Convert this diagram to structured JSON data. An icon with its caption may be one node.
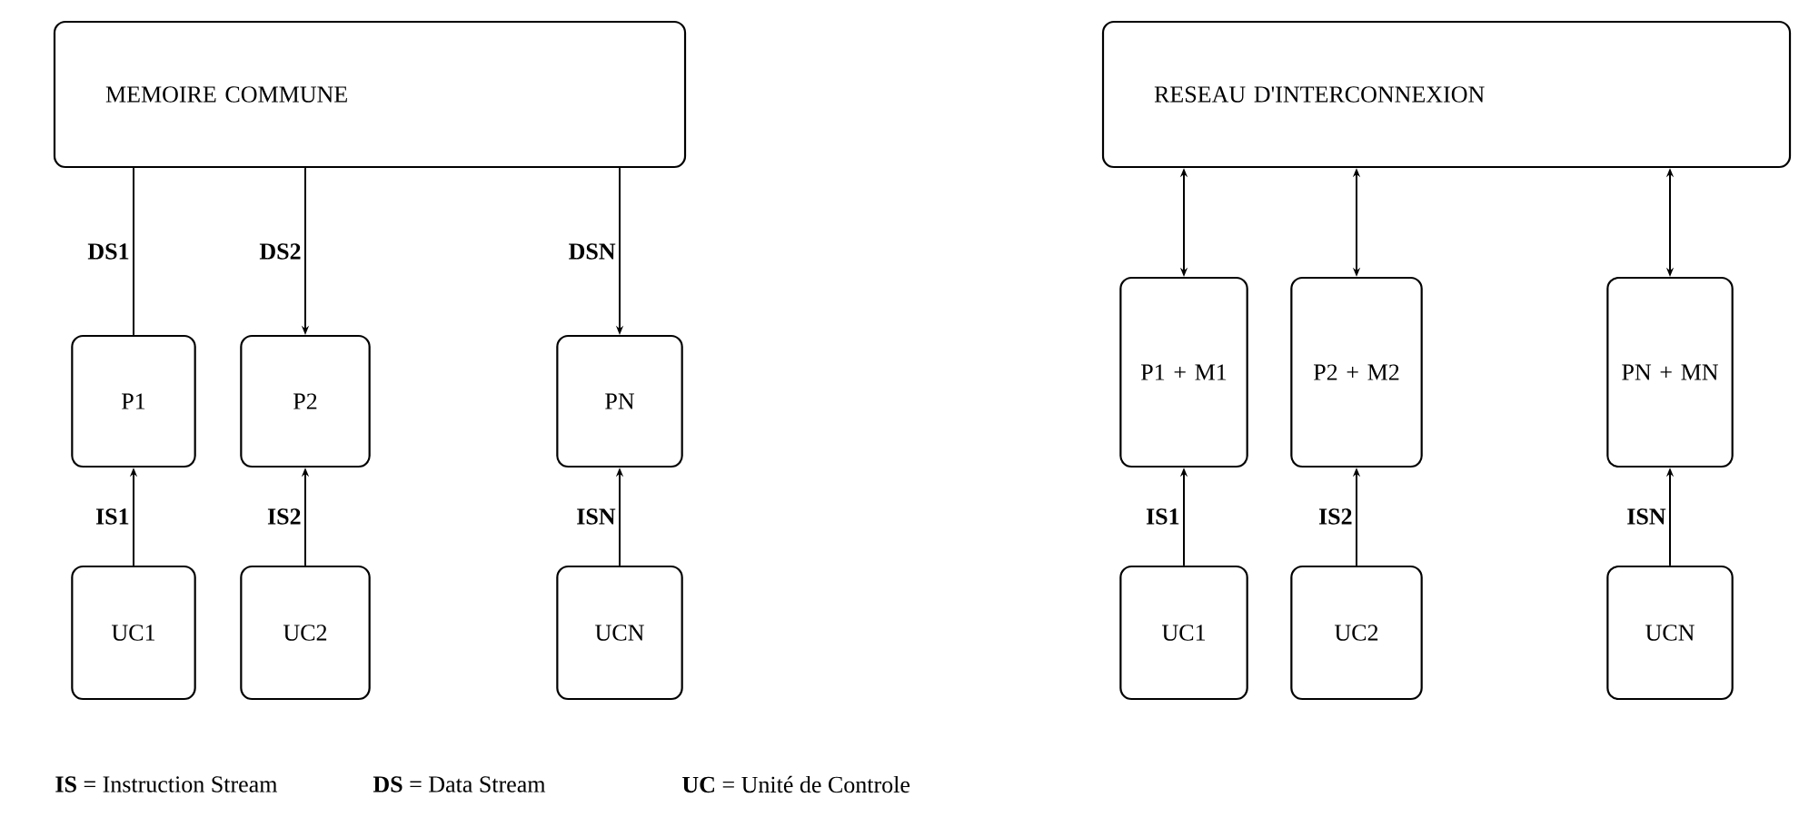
{
  "diagram": {
    "nodes": [
      {
        "text": [
          "MEMOIRE COMMUNE"
        ]
      },
      {
        "text": [
          "P1"
        ]
      },
      {
        "text": [
          "P2"
        ]
      },
      {
        "text": [
          "PN"
        ]
      },
      {
        "text": [
          "UC1"
        ]
      },
      {
        "text": [
          "UC2"
        ]
      },
      {
        "text": [
          "UCN"
        ]
      },
      {
        "text": [
          "RESEAU D'INTERCONNEXION"
        ]
      },
      {
        "text": [
          "P1 + M1"
        ]
      },
      {
        "text": [
          "P2 + M2"
        ]
      },
      {
        "text": [
          "PN + MN"
        ]
      },
      {
        "text": [
          "UC1"
        ]
      },
      {
        "text": [
          "UC2"
        ]
      },
      {
        "text": [
          "UCN"
        ]
      }
    ],
    "edges": [
      {
        "from": 0,
        "to": 1,
        "arrow": "none",
        "label": "DS1"
      },
      {
        "from": 0,
        "to": 2,
        "arrow": "to",
        "label": "DS2"
      },
      {
        "from": 0,
        "to": 3,
        "arrow": "to",
        "label": "DSN"
      },
      {
        "from": 4,
        "to": 1,
        "arrow": "to",
        "label": "IS1"
      },
      {
        "from": 5,
        "to": 2,
        "arrow": "to",
        "label": "IS2"
      },
      {
        "from": 6,
        "to": 3,
        "arrow": "to",
        "label": "ISN"
      },
      {
        "from": 7,
        "to": 8,
        "arrow": "both"
      },
      {
        "from": 7,
        "to": 9,
        "arrow": "both"
      },
      {
        "from": 7,
        "to": 10,
        "arrow": "both"
      },
      {
        "from": 11,
        "to": 8,
        "arrow": "to",
        "label": "IS1"
      },
      {
        "from": 12,
        "to": 9,
        "arrow": "to",
        "label": "IS2"
      },
      {
        "from": 13,
        "to": 10,
        "arrow": "to",
        "label": "ISN"
      }
    ],
    "labels": [
      "**IS** = Instruction Stream",
      "**DS** = Data Stream",
      "**UC** =  Unité de Controle"
    ]
  }
}
